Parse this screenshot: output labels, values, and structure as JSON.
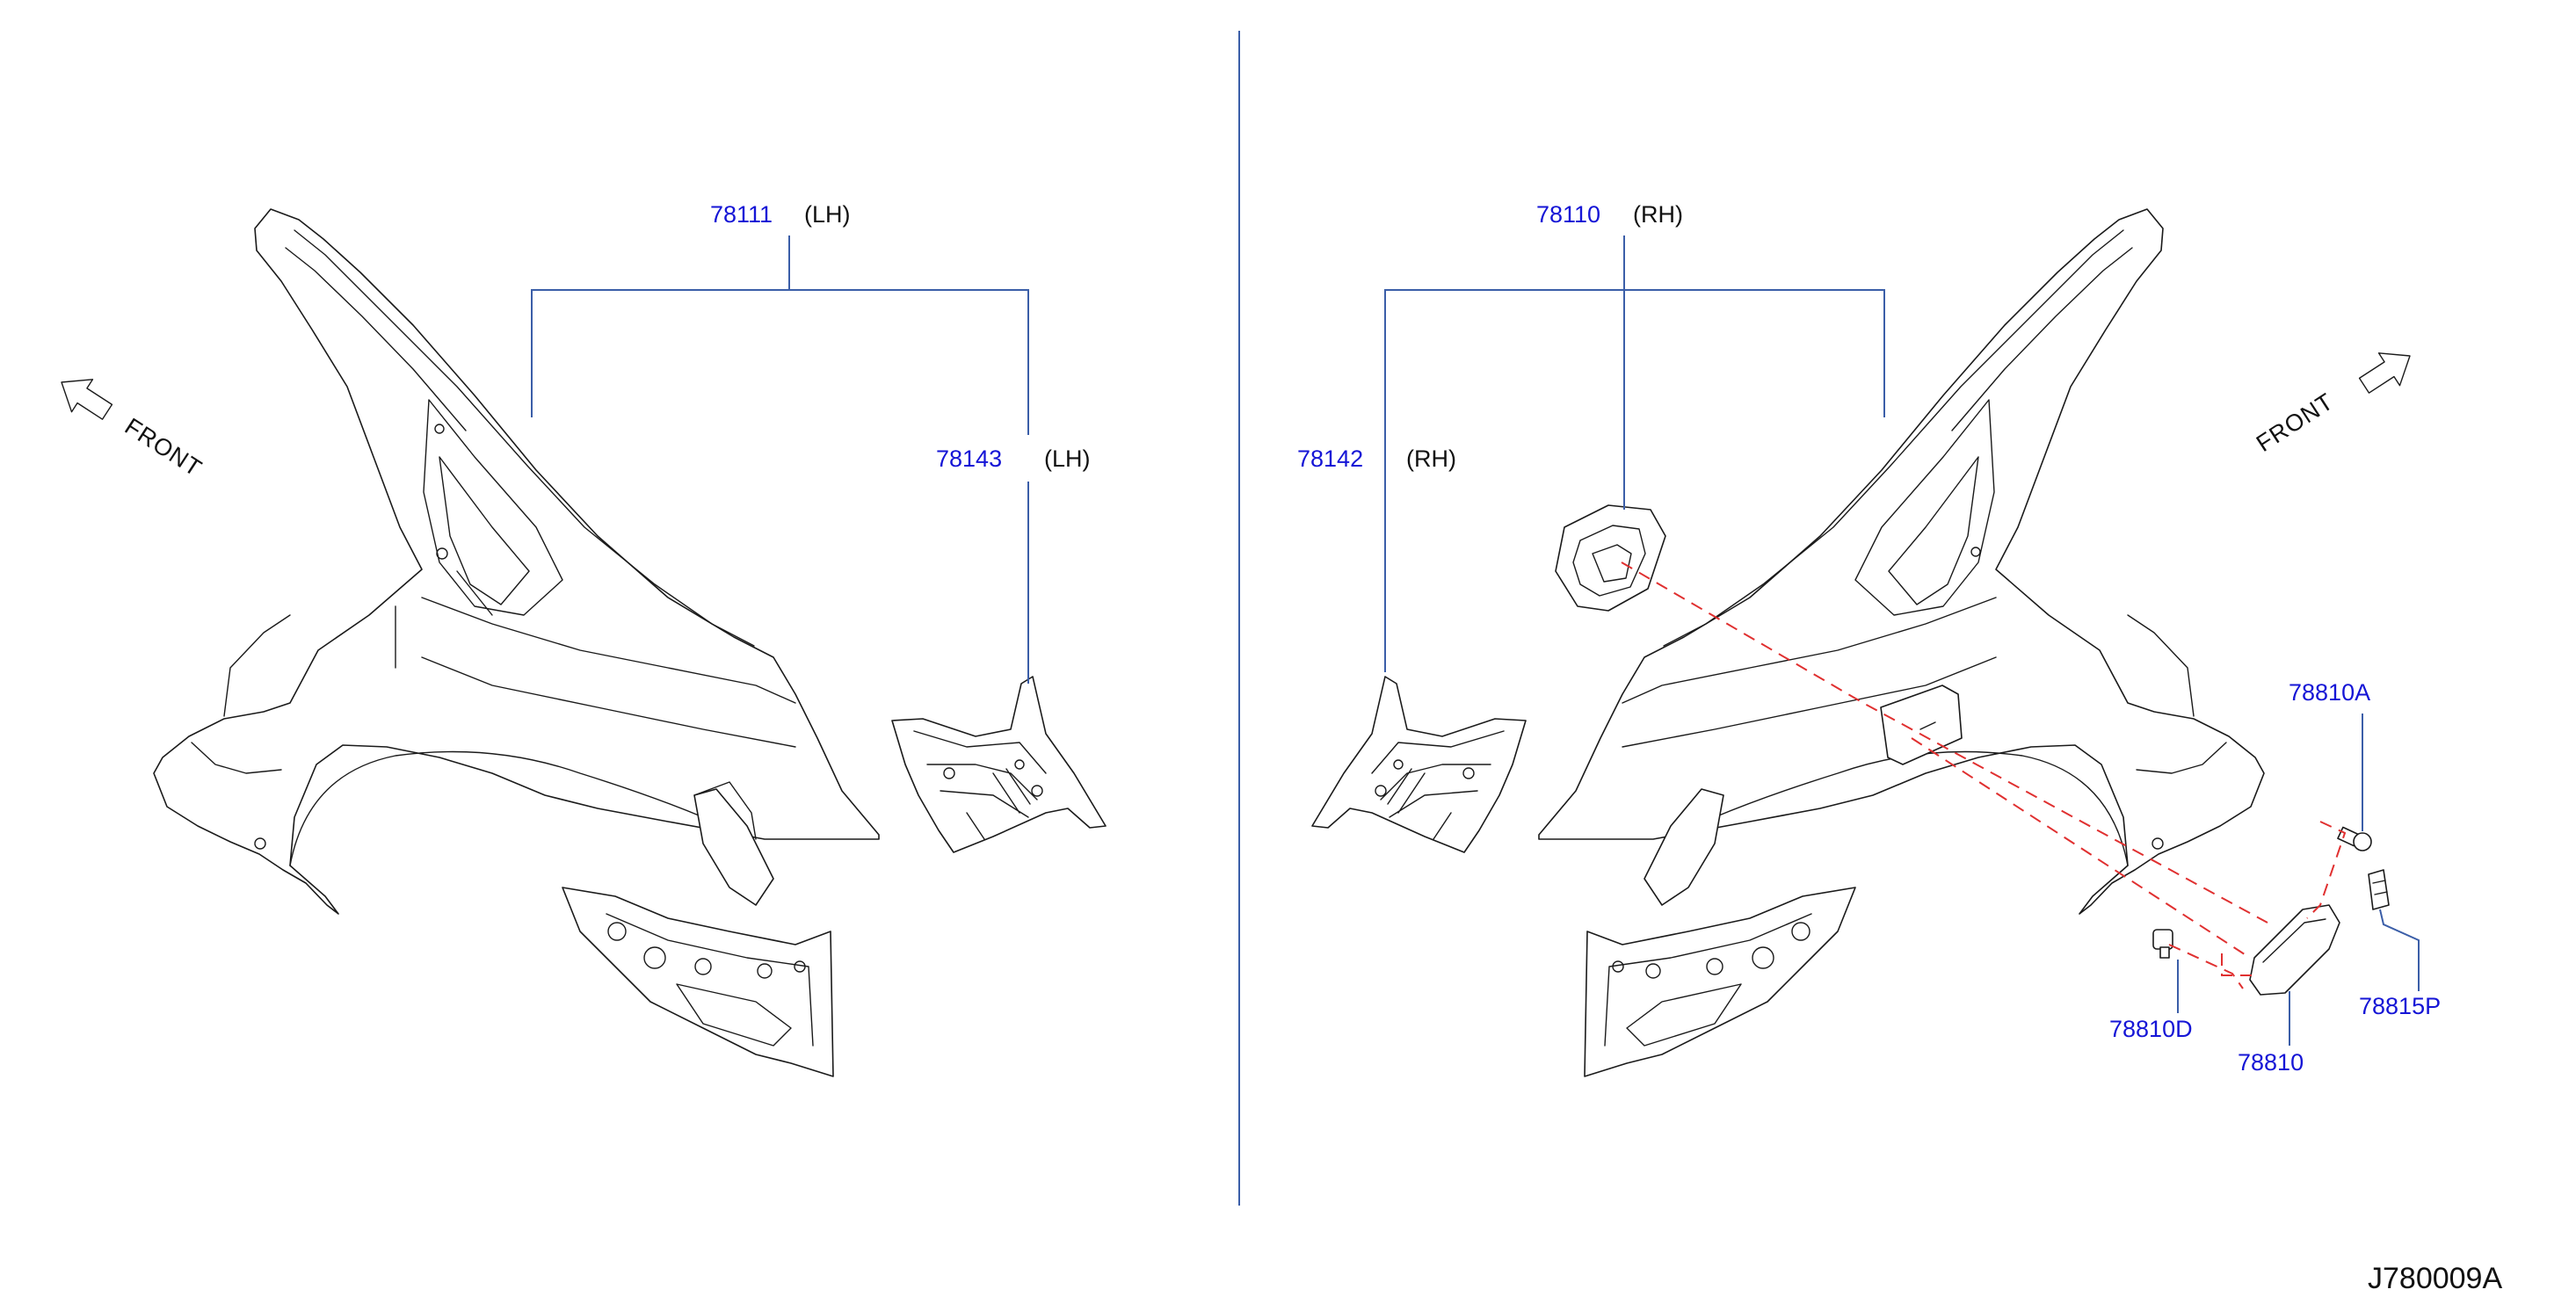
{
  "left_panel": {
    "label_78111": {
      "number": "78111",
      "side": "(LH)"
    },
    "label_78143": {
      "number": "78143",
      "side": "(LH)"
    },
    "front_label": "FRONT"
  },
  "right_panel": {
    "label_78110": {
      "number": "78110",
      "side": "(RH)"
    },
    "label_78142": {
      "number": "78142",
      "side": "(RH)"
    },
    "label_78810A": "78810A",
    "label_78815P": "78815P",
    "label_78810D": "78810D",
    "label_78810": "78810",
    "front_label": "FRONT"
  },
  "diagram_code": "J780009A",
  "colors": {
    "part_number": "#1515d6",
    "leader_line": "#3b5ea8",
    "guide_dashed": "#e03030",
    "outline": "#1a1a1a"
  },
  "icons": [
    "front-arrow-icon"
  ]
}
